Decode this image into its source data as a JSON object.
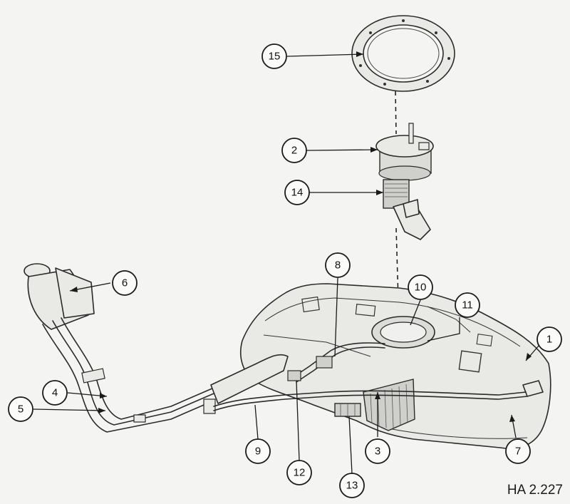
{
  "diagram": {
    "figure_ref": "HA 2.227",
    "callouts": [
      {
        "id": "c1",
        "label": "1"
      },
      {
        "id": "c2",
        "label": "2"
      },
      {
        "id": "c3",
        "label": "3"
      },
      {
        "id": "c4",
        "label": "4"
      },
      {
        "id": "c5",
        "label": "5"
      },
      {
        "id": "c6",
        "label": "6"
      },
      {
        "id": "c7",
        "label": "7"
      },
      {
        "id": "c8",
        "label": "8"
      },
      {
        "id": "c9",
        "label": "9"
      },
      {
        "id": "c10",
        "label": "10"
      },
      {
        "id": "c11",
        "label": "11"
      },
      {
        "id": "c12",
        "label": "12"
      },
      {
        "id": "c13",
        "label": "13"
      },
      {
        "id": "c14",
        "label": "14"
      },
      {
        "id": "c15",
        "label": "15"
      }
    ]
  }
}
